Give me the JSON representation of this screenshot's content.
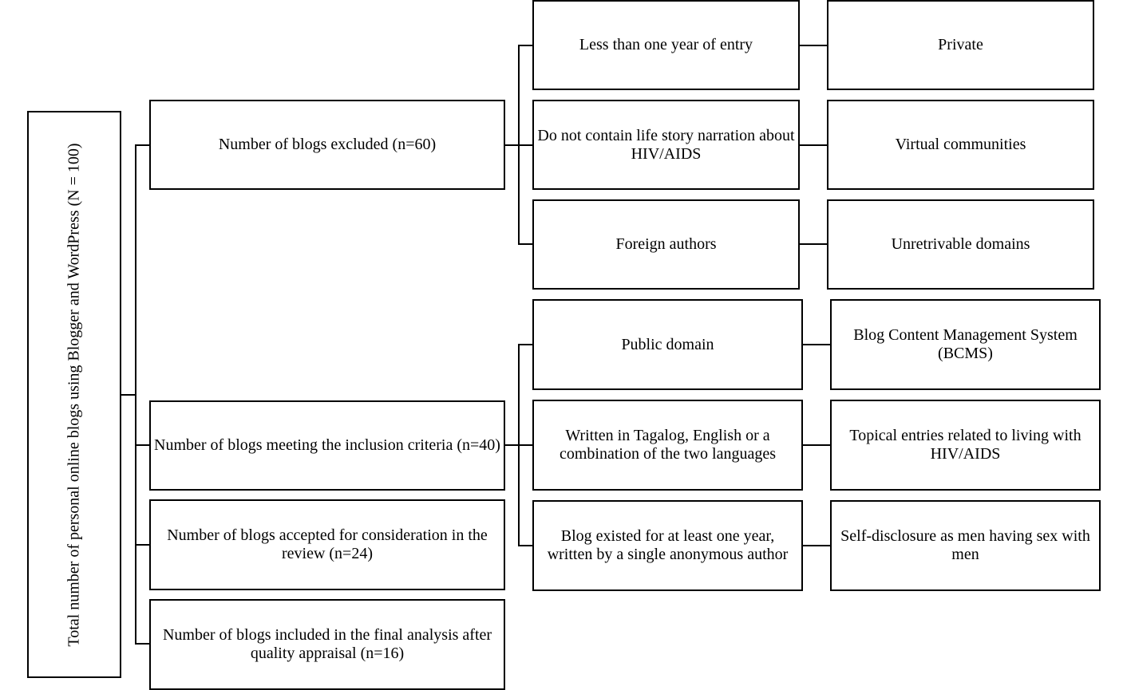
{
  "root": {
    "label": "Total number of personal online blogs using Blogger and WordPress (N = 100)"
  },
  "middle": {
    "excluded": "Number of blogs excluded (n=60)",
    "inclusion": "Number of blogs meeting the inclusion criteria (n=40)",
    "accepted": "Number of blogs accepted for consideration in the review (n=24)",
    "final": "Number of blogs included in the final analysis after quality appraisal (n=16)"
  },
  "exclusion_reasons": [
    "Less than one year of entry",
    "Do not contain life story narration about HIV/AIDS",
    "Foreign authors"
  ],
  "exclusion_reasons_right": [
    "Private",
    "Virtual communities",
    "Unretrivable domains"
  ],
  "inclusion_criteria": [
    "Public domain",
    "Written in Tagalog, English or a combination of the two languages",
    "Blog existed for at least one year, written by a single anonymous author"
  ],
  "inclusion_criteria_right": [
    "Blog Content Management System (BCMS)",
    "Topical entries related to living with HIV/AIDS",
    "Self-disclosure as men having sex with men"
  ]
}
